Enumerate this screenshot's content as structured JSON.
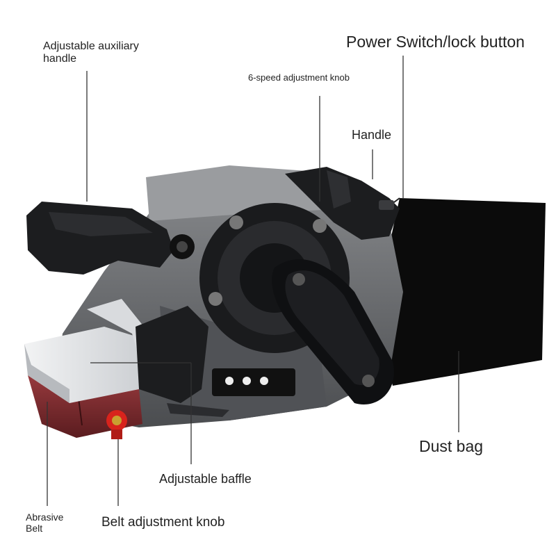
{
  "labels": {
    "aux_handle": "Adjustable auxiliary\nhandle",
    "speed_knob": "6-speed adjustment knob",
    "power_switch": "Power Switch/lock button",
    "handle": "Handle",
    "dust_bag": "Dust bag",
    "adjustable_baffle": "Adjustable baffle",
    "abrasive_belt": "Abrasive\nBelt",
    "belt_knob": "Belt adjustment knob"
  },
  "colors": {
    "body_grey": "#6e7073",
    "dark_plastic": "#1c1d1f",
    "silver_plate": "#e4e6e8",
    "belt_red": "#7a2a2e",
    "knob_red": "#d8231c",
    "dust_bag": "#0b0b0b",
    "leader_line": "#333333"
  }
}
